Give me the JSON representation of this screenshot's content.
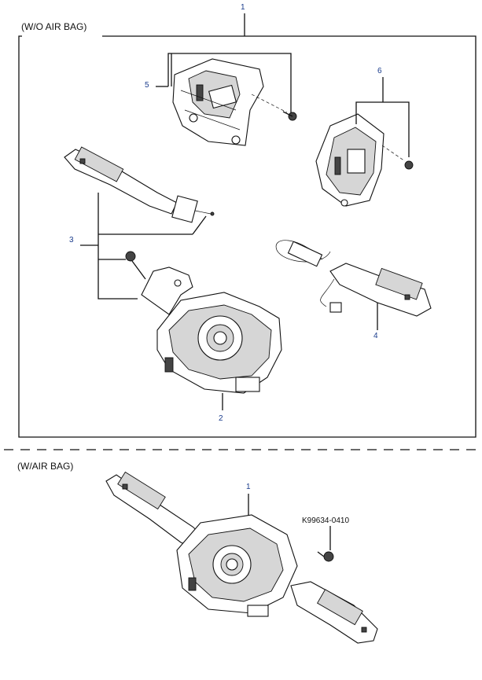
{
  "sections": {
    "without_airbag": {
      "title": "(W/O AIR BAG)"
    },
    "with_airbag": {
      "title": "(W/AIR BAG)"
    }
  },
  "callouts": {
    "assembly_top": "1",
    "clock_body": "2",
    "lever_group": "3",
    "wiper_switch": "4",
    "bracket_left": "5",
    "bracket_right": "6",
    "assembly_bottom": "1"
  },
  "part_number": "K99634-0410"
}
